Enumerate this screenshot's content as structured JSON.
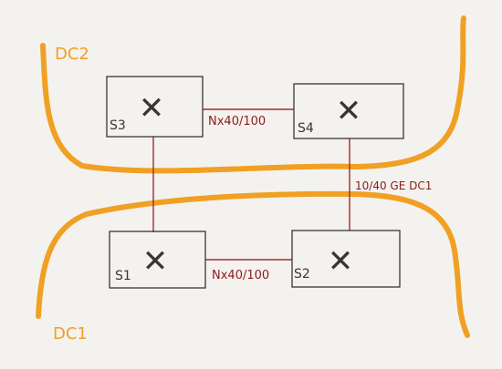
{
  "diagram": {
    "datacenters": [
      {
        "id": "dc2",
        "label": "DC2"
      },
      {
        "id": "dc1",
        "label": "DC1"
      }
    ],
    "switches": [
      {
        "id": "s3",
        "label": "S3",
        "glyph": "✕"
      },
      {
        "id": "s4",
        "label": "S4",
        "glyph": "✕"
      },
      {
        "id": "s1",
        "label": "S1",
        "glyph": "✕"
      },
      {
        "id": "s2",
        "label": "S2",
        "glyph": "✕"
      }
    ],
    "links": [
      {
        "id": "s3-s4",
        "label": "Nx40/100"
      },
      {
        "id": "s1-s2",
        "label": "Nx40/100"
      },
      {
        "id": "s4-s2",
        "label": "10/40 GE DC1"
      },
      {
        "id": "s3-s1",
        "label": ""
      }
    ],
    "colors": {
      "boundary": "#f0a023",
      "ink": "#3a3532",
      "label": "#8a1c1c",
      "link": "#9a3030",
      "background": "#f4f2ee"
    }
  }
}
